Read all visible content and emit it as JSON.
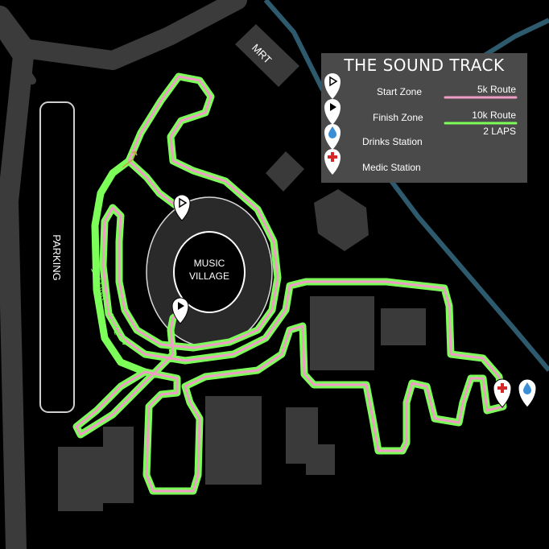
{
  "colors": {
    "background": "#000000",
    "road": "#3b3b3b",
    "building": "#3a3a3a",
    "river": "#2e5a6e",
    "route_5k": "#f09cc7",
    "route_10k": "#7dff5a",
    "legend_bg": "#4a4a4a",
    "drinks": "#3b8fd6",
    "medic": "#d62828"
  },
  "map": {
    "mrt_label": "MRT",
    "parking_label": "PARKING",
    "village_line1": "MUSIC",
    "village_line2": "VILLAGE",
    "link_label": "10K LINK TO LAP 2"
  },
  "legend": {
    "title": "THE SOUND TRACK",
    "start_zone": "Start Zone",
    "finish_zone": "Finish Zone",
    "drinks_station": "Drinks Station",
    "medic_station": "Medic Station",
    "route_5k": "5k Route",
    "route_10k": "10k Route",
    "laps": "2 LAPS"
  },
  "markers": [
    {
      "type": "start",
      "icon": "play-outline-icon"
    },
    {
      "type": "finish",
      "icon": "play-filled-icon"
    },
    {
      "type": "medic",
      "icon": "medic-cross-icon"
    },
    {
      "type": "drinks",
      "icon": "water-drop-icon"
    }
  ]
}
